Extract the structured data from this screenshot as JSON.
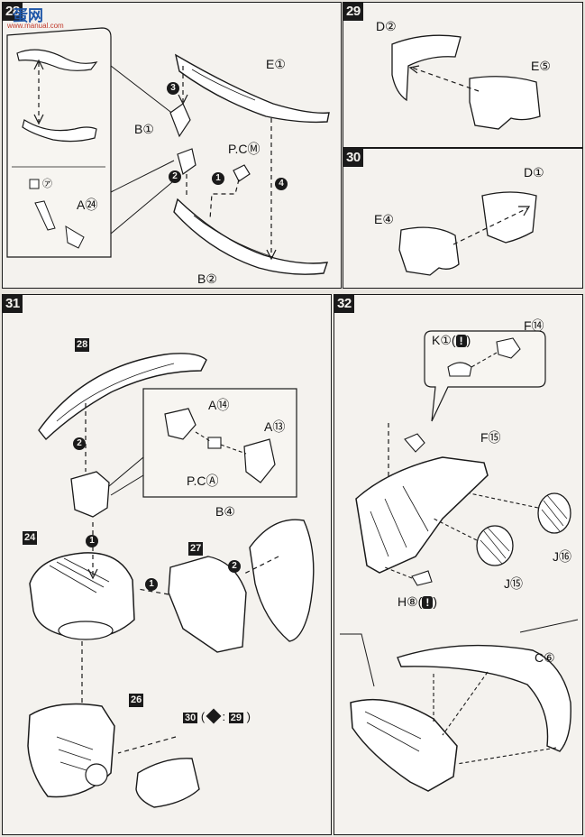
{
  "logo": {
    "main": "蛋网",
    "sub": "www.manual.com"
  },
  "steps": {
    "s28": {
      "number": "28",
      "labels": {
        "e1": "E①",
        "b1": "B①",
        "pcm": "P.CⓂ",
        "b2": "B②",
        "a24": "A㉔",
        "note_mark": "㋐"
      },
      "orders": [
        "3",
        "1",
        "2",
        "4"
      ]
    },
    "s29": {
      "number": "29",
      "labels": {
        "d2": "D②",
        "e5": "E⑤"
      }
    },
    "s30": {
      "number": "30",
      "labels": {
        "d1": "D①",
        "e4": "E④"
      }
    },
    "s31": {
      "number": "31",
      "labels": {
        "a14": "A⑭",
        "a13": "A⑬",
        "pca": "P.CⒶ",
        "b4": "B④"
      },
      "refs": {
        "r28": "28",
        "r24": "24",
        "r27": "27",
        "r26": "26",
        "r30": "30",
        "r29": "29"
      },
      "orders": [
        "2",
        "1",
        "2",
        "1"
      ],
      "swap_note": {
        "open": "(",
        "sep": ":",
        "close": ")"
      }
    },
    "s32": {
      "number": "32",
      "labels": {
        "k1": "K①",
        "f14": "F⑭",
        "f15": "F⑮",
        "j16": "J⑯",
        "j15": "J⑮",
        "h8": "H⑧",
        "c6": "C⑥"
      },
      "warn_symbol": "!",
      "paren_open": "(",
      "paren_close": ")"
    }
  }
}
